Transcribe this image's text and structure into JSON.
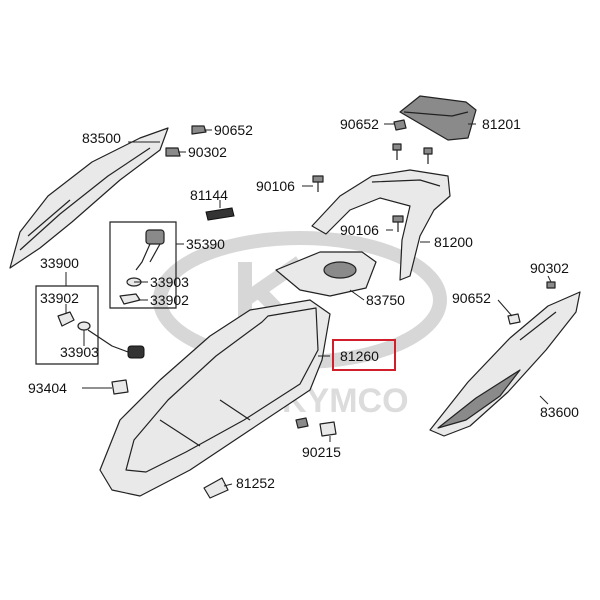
{
  "watermark": {
    "brand": "KYMCO"
  },
  "highlight_color": "#d01f2b",
  "labels": {
    "l83500": "83500",
    "l90652a": "90652",
    "l90302a": "90302",
    "l81144": "81144",
    "l35390": "35390",
    "l33903a": "33903",
    "l33902a": "33902",
    "l33900": "33900",
    "l33902b": "33902",
    "l33903b": "33903",
    "l93404": "93404",
    "l90652b": "90652",
    "l81201": "81201",
    "l90106a": "90106",
    "l90106b": "90106",
    "l81200": "81200",
    "l83750": "83750",
    "l81260": "81260",
    "l90215": "90215",
    "l81252": "81252",
    "l90302b": "90302",
    "l90652c": "90652",
    "l83600": "83600"
  }
}
